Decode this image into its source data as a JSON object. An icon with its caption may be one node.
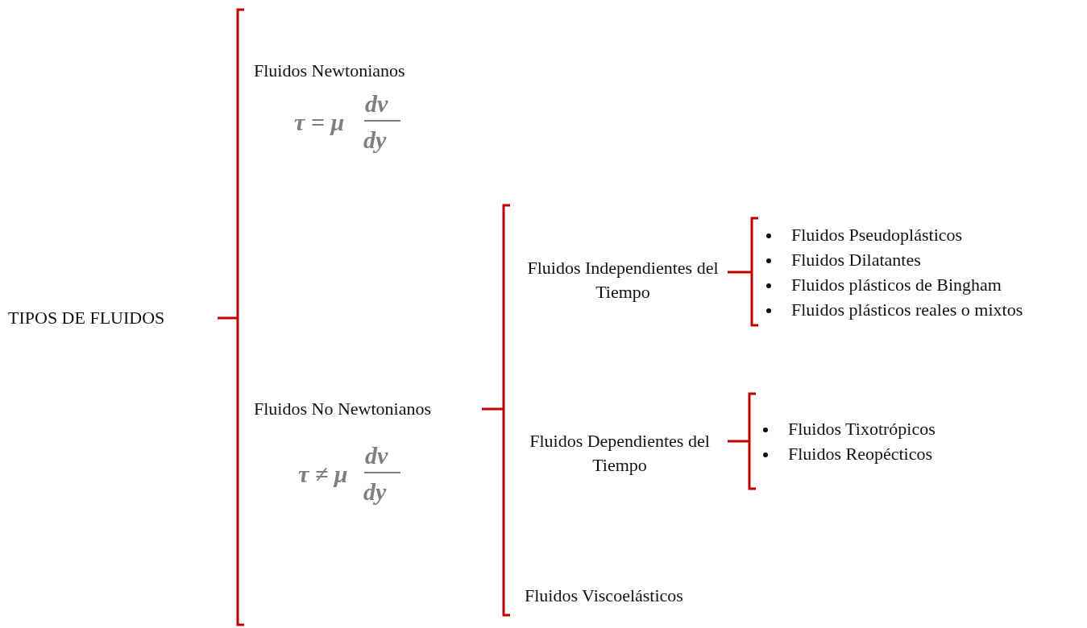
{
  "diagram": {
    "labels": [
      "TIPOS DE FLUIDOS",
      "Fluidos Newtonianos",
      "τ = μ",
      "dv",
      "dy",
      "Fluidos No Newtonianos",
      "τ ≠ μ",
      "dv",
      "dy",
      "Fluidos Independientes del Tiempo",
      "Fluidos Pseudoplásticos",
      "Fluidos Dilatantes",
      "Fluidos plásticos de Bingham",
      "Fluidos plásticos reales o mixtos",
      "Fluidos Dependientes del Tiempo",
      "Fluidos Tixotrópicos",
      "Fluidos Reopécticos",
      "Fluidos Viscoelásticos"
    ]
  }
}
